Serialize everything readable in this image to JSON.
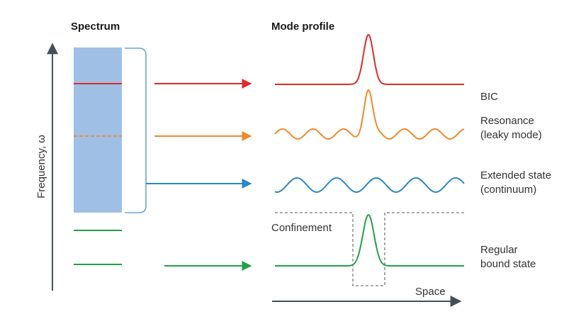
{
  "headings": {
    "spectrum": "Spectrum",
    "mode_profile": "Mode profile"
  },
  "axes": {
    "frequency_label": "Frequency, ω",
    "space_label": "Space"
  },
  "annotations": {
    "confinement": "Confinement"
  },
  "states": [
    {
      "id": "bic",
      "label_lines": [
        "BIC"
      ],
      "color": "#e02a2a"
    },
    {
      "id": "resonance",
      "label_lines": [
        "Resonance",
        "(leaky mode)"
      ],
      "color": "#ef8a2a"
    },
    {
      "id": "extended",
      "label_lines": [
        "Extended state",
        "(continuum)"
      ],
      "color": "#2a86c6"
    },
    {
      "id": "bound",
      "label_lines": [
        "Regular",
        "bound state"
      ],
      "color": "#22a048"
    }
  ],
  "colors": {
    "continuum_band": "#9fc0e4",
    "bracket": "#6fa3d8",
    "axis": "#444f5a",
    "confinement_box": "#7a7a7a"
  }
}
